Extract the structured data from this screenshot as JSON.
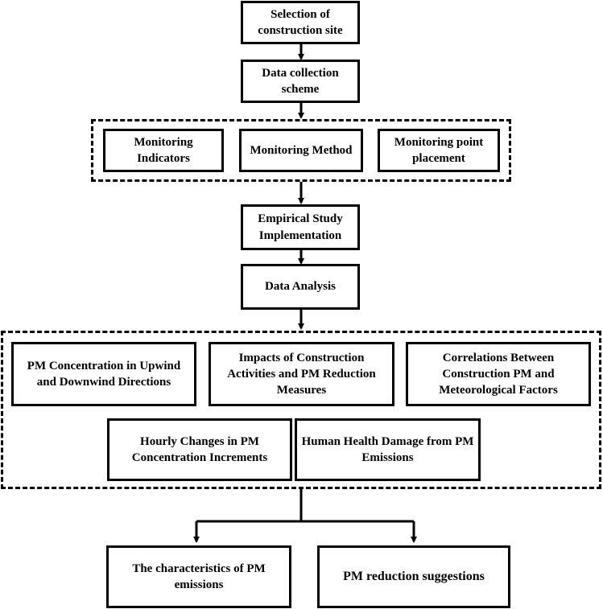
{
  "steps": {
    "site": "Selection of construction site",
    "collection": "Data collection scheme",
    "empirical": "Empirical Study Implementation",
    "analysis": "Data Analysis"
  },
  "scheme_items": [
    "Monitoring Indicators",
    "Monitoring Method",
    "Monitoring point placement"
  ],
  "analysis_items": [
    "PM Concentration in Upwind and Downwind Directions",
    "Impacts of Construction Activities and PM Reduction Measures",
    "Correlations Between Construction PM and Meteorological Factors",
    "Hourly Changes in PM Concentration Increments",
    "Human Health Damage from PM Emissions"
  ],
  "outcomes": [
    "The characteristics of PM emissions",
    "PM reduction suggestions"
  ]
}
